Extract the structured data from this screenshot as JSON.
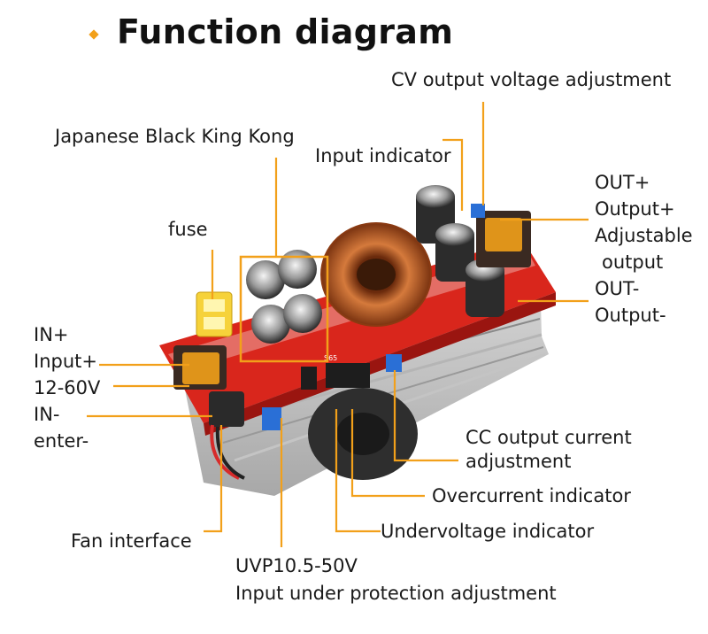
{
  "title": "Function diagram",
  "accent_color": "#f2a01a",
  "labels": {
    "cv_adjust": "CV output voltage adjustment",
    "japanese_bkk": "Japanese Black King Kong",
    "input_indicator": "Input indicator",
    "fuse": "fuse",
    "out_plus": "OUT+",
    "output_plus": "Output+",
    "adjustable": "Adjustable",
    "output": "output",
    "out_minus": "OUT-",
    "output_minus": "Output-",
    "in_plus": "IN+",
    "input_plus": "Input+",
    "voltage_range": "12-60V",
    "in_minus": "IN-",
    "enter_minus": "enter-",
    "cc_adjust_1": "CC output current",
    "cc_adjust_2": "adjustment",
    "overcurrent": "Overcurrent indicator",
    "undervoltage": "Undervoltage indicator",
    "fan_interface": "Fan interface",
    "uvp_1": "UVP10.5-50V",
    "uvp_2": "Input under protection adjustment"
  },
  "board_marking": "S65"
}
